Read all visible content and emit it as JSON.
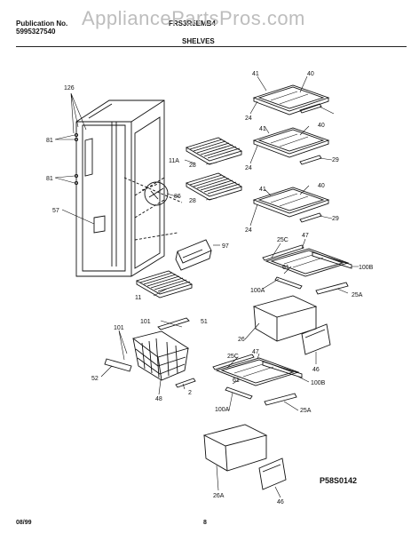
{
  "header": {
    "publication_label": "Publication No.",
    "publication_number": "5995327540",
    "model": "FRS3R5EMB4",
    "section_title": "SHELVES",
    "watermark": "AppliancePartsPros.com"
  },
  "footer": {
    "date": "08/99",
    "page": "8",
    "diagram_code": "P58S0142"
  },
  "part_labels": {
    "p126": "126",
    "p81a": "81",
    "p81b": "81",
    "p57": "57",
    "p11a": "11A",
    "p28a": "28",
    "p28b": "28",
    "p86": "86",
    "p97": "97",
    "p11": "11",
    "p101a": "101",
    "p51": "51",
    "p101b": "101",
    "p52": "52",
    "p48a": "48",
    "p2": "2",
    "p41a": "41",
    "p40a": "40",
    "p24a": "24",
    "p41b": "41",
    "p40b": "40",
    "p29a": "29",
    "p24b": "24",
    "p41c": "41",
    "p40c": "40",
    "p29b": "29",
    "p24c": "24",
    "p25c_a": "25C",
    "p47a": "47",
    "p61a": "61",
    "p100b_a": "100B",
    "p100a_a": "100A",
    "p25a_a": "25A",
    "p26": "26",
    "p46a": "46",
    "p25c_b": "25C",
    "p47b": "47",
    "p61b": "61",
    "p100b_b": "100B",
    "p100a_b": "100A",
    "p25a_b": "25A",
    "p26a": "26A",
    "p46b": "46"
  }
}
